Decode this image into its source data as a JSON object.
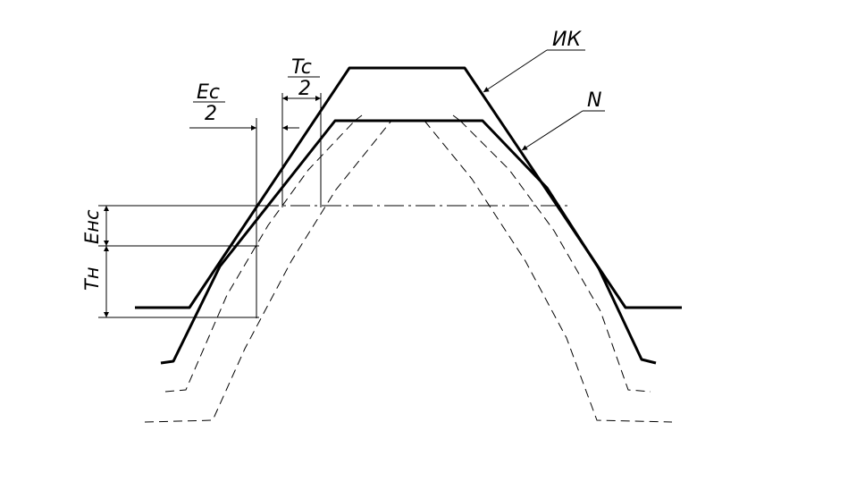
{
  "labels": {
    "ik": "ИК",
    "n": "N",
    "ec_num": "Ec",
    "ec_den": "2",
    "tc_num": "Tc",
    "tc_den": "2",
    "enc": "Енс",
    "tn": "Tн"
  },
  "colors": {
    "line": "#000000",
    "background": "#ffffff"
  }
}
